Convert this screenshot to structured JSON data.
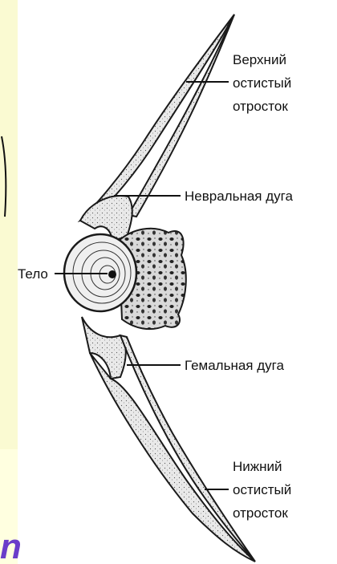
{
  "labels": {
    "upper_spine": [
      "Верхний",
      "остистый",
      "отросток"
    ],
    "neural_arch": "Невральная дуга",
    "body": "Тело",
    "haemal_arch": "Гемальная дуга",
    "lower_spine": [
      "Нижний",
      "остистый",
      "отросток"
    ]
  },
  "overlay": {
    "text": "n"
  },
  "colors": {
    "background": "#ffffff",
    "side_panel": "#fafad2",
    "side_panel_bottom": "#ffffe0",
    "bone_fill": "#e8e8e8",
    "bone_stroke": "#1a1a1a",
    "overlay_text": "#6a3dc9"
  }
}
